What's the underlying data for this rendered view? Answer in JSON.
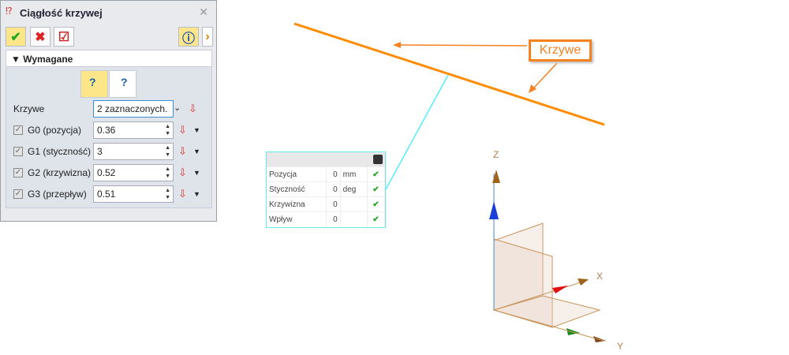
{
  "panel": {
    "title": "Ciągłość krzywej",
    "section": "Wymagane",
    "curves_label": "Krzywe",
    "curves_value": "2 zaznaczonych.",
    "rows": [
      {
        "label": "G0 (pozycja)",
        "value": "0.36",
        "checked": true
      },
      {
        "label": "G1 (styczność)",
        "value": "3",
        "checked": true
      },
      {
        "label": "G2 (krzywizna)",
        "value": "0.52",
        "checked": true
      },
      {
        "label": "G3 (przepływ)",
        "value": "0.51",
        "checked": true
      }
    ]
  },
  "table": {
    "rows": [
      {
        "name": "Pozycja",
        "value": "0",
        "unit": "mm"
      },
      {
        "name": "Styczność",
        "value": "0",
        "unit": "deg"
      },
      {
        "name": "Krzywizna",
        "value": "0",
        "unit": ""
      },
      {
        "name": "Wpływ",
        "value": "0",
        "unit": ""
      }
    ]
  },
  "viewport": {
    "callout": "Krzywe",
    "axes": {
      "x": "X",
      "y": "Y",
      "z": "Z"
    },
    "curve_color": "#ff8c00",
    "accent": "#f58220"
  }
}
